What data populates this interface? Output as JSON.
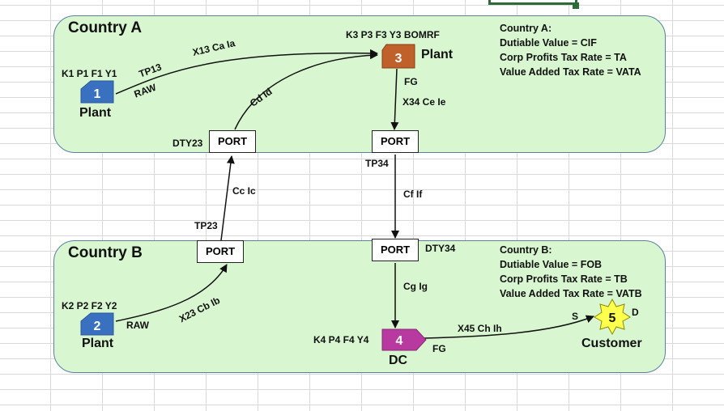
{
  "panels": {
    "a": {
      "title": "Country A",
      "info_heading": "Country A:",
      "dutiable": "Dutiable Value = CIF",
      "corp": "Corp Profits Tax Rate = TA",
      "vat": "Value Added Tax Rate = VATA"
    },
    "b": {
      "title": "Country B",
      "info_heading": "Country B:",
      "dutiable": "Dutiable Value = FOB",
      "corp": "Corp Profits Tax Rate = TB",
      "vat": "Value Added Tax Rate = VATB"
    }
  },
  "nodes": {
    "n1": {
      "number": "1",
      "params": "K1 P1 F1 Y1",
      "label": "Plant",
      "color": "#3a70c0"
    },
    "n2": {
      "number": "2",
      "params": "K2 P2 F2 Y2",
      "label": "Plant",
      "color": "#3a70c0"
    },
    "n3": {
      "number": "3",
      "params": "K3 P3 F3 Y3 BOMRF",
      "label": "Plant",
      "color": "#c0602a"
    },
    "n4": {
      "number": "4",
      "params": "K4 P4 F4 Y4",
      "label": "DC",
      "color": "#b83aa0"
    },
    "n5": {
      "number": "5",
      "label": "Customer",
      "color": "#ffff4d",
      "s": "S",
      "d": "D"
    }
  },
  "ports": {
    "a_left": "PORT",
    "a_right": "PORT",
    "b_left": "PORT",
    "b_right": "PORT"
  },
  "edge_labels": {
    "tp13": "TP13",
    "raw_a": "RAW",
    "x13": "X13  Ca  Ia",
    "cd_id": "Cd  Id",
    "dty23": "DTY23",
    "fg_a": "FG",
    "x34": "X34  Ce  Ie",
    "tp34": "TP34",
    "cf_if": "Cf  If",
    "cc_ic": "Cc  Ic",
    "tp23": "TP23",
    "dty34": "DTY34",
    "cg_ig": "Cg  Ig",
    "raw_b": "RAW",
    "x23": "X23  Cb  Ib",
    "x45": "X45  Ch  Ih",
    "fg_b": "FG"
  }
}
